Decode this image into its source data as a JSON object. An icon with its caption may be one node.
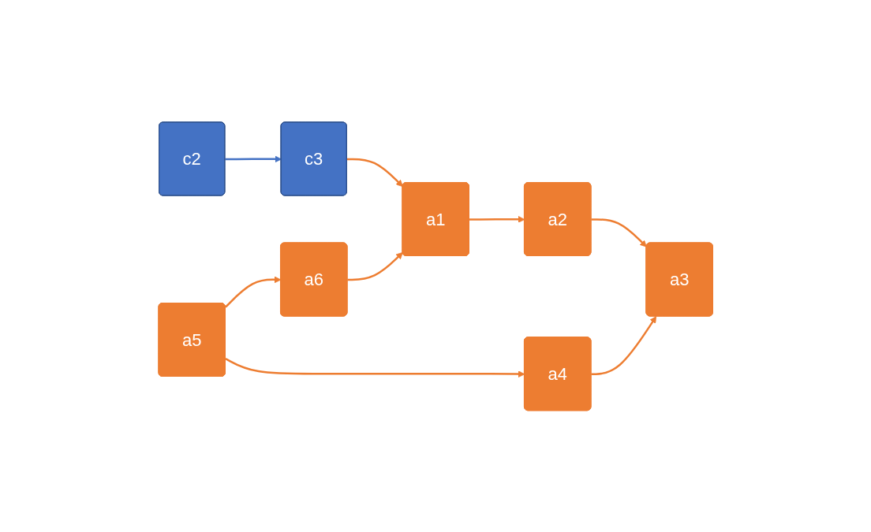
{
  "diagram": {
    "nodes": [
      {
        "text": [
          "c2"
        ]
      },
      {
        "text": [
          "c3"
        ]
      },
      {
        "text": [
          "a1"
        ]
      },
      {
        "text": [
          "a2"
        ]
      },
      {
        "text": [
          "a3"
        ]
      },
      {
        "text": [
          "a4"
        ]
      },
      {
        "text": [
          "a5"
        ]
      },
      {
        "text": [
          "a6"
        ]
      }
    ],
    "edges": [
      {
        "from": 0,
        "to": 1,
        "arrow": "to",
        "color": "#4472c4"
      },
      {
        "from": 1,
        "to": 2,
        "arrow": "to"
      },
      {
        "from": 2,
        "to": 3,
        "arrow": "to"
      },
      {
        "from": 3,
        "to": 4,
        "arrow": "to"
      },
      {
        "from": 6,
        "to": 5,
        "arrow": "to"
      },
      {
        "from": 5,
        "to": 4,
        "arrow": "to"
      },
      {
        "from": 6,
        "to": 7,
        "arrow": "to"
      },
      {
        "from": 7,
        "to": 2,
        "arrow": "to"
      }
    ]
  }
}
